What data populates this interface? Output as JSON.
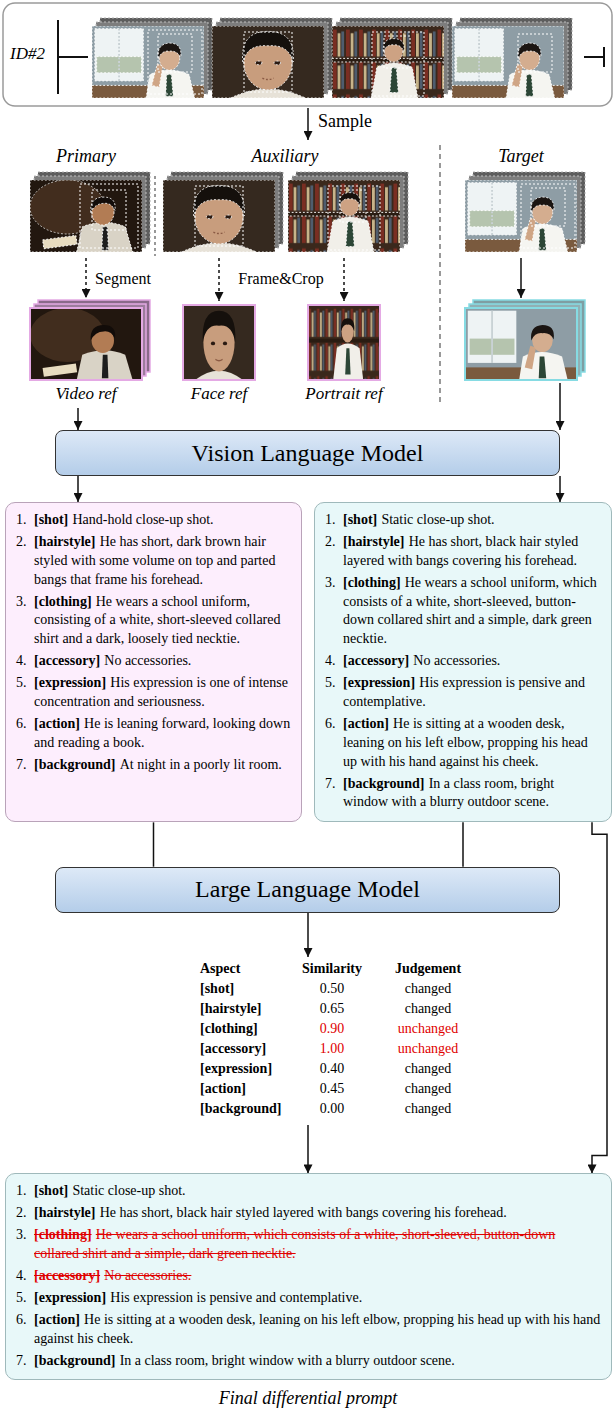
{
  "diagram": {
    "caption": "Final differential prompt",
    "nodes": [
      {
        "text": [
          "Vision Language Model"
        ]
      },
      {
        "text": [
          "1.",
          "[shot]",
          "Hand-hold close-up shot.",
          "2.",
          "[hairstyle]",
          "He has short, dark brown hair styled with some volume on top and parted bangs that frame his forehead.",
          "3.",
          "[clothing]",
          "He wears a school uniform, consisting of a white, short-sleeved collared shirt and a dark, loosely tied necktie.",
          "4.",
          "[accessory]",
          "No accessories.",
          "5.",
          "[expression]",
          "His expression is one of intense concentration and seriousness.",
          "6.",
          "[action]",
          "He is leaning forward, looking down and reading a book.",
          "7.",
          "[background]",
          "At night in a poorly lit room."
        ]
      },
      {
        "text": [
          "1.",
          "[shot]",
          "Static close-up shot.",
          "2.",
          "[hairstyle]",
          "He has short, black hair styled layered with bangs covering his forehead.",
          "3.",
          "[clothing]",
          "He wears a school uniform, which consists of a white, short-sleeved, button-down collared shirt and a simple, dark green necktie.",
          "4.",
          "[accessory]",
          "No accessories.",
          "5.",
          "[expression]",
          "His expression is pensive and contemplative.",
          "6.",
          "[action]",
          "He is sitting at a wooden desk, leaning on his left elbow, propping his head up with his hand against his cheek.",
          "7.",
          "[background]",
          "In a class room, bright window with a blurry outdoor scene."
        ]
      },
      {
        "text": [
          "Large Language Model"
        ]
      },
      {
        "text": [
          "1.",
          "[shot]",
          "Static close-up shot.",
          "2.",
          "[hairstyle]",
          "He has short, black hair styled layered with bangs covering his forehead.",
          "3.",
          "[clothing]",
          "He wears a school uniform, which consists of a white, short-sleeved, button-down collared shirt and a simple, dark green necktie.",
          "4.",
          "[accessory]",
          "No accessories.",
          "5.",
          "[expression]",
          "His expression is pensive and contemplative.",
          "6.",
          "[action]",
          "He is sitting at a wooden desk, leaning on his left elbow, propping his head up with his hand against his cheek.",
          "7.",
          "[background]",
          "In a class room, bright window with a blurry outdoor scene."
        ]
      }
    ],
    "edges": [
      {
        "from": 0,
        "to": 1,
        "arrow": "to"
      },
      {
        "from": 0,
        "to": 2,
        "arrow": "to"
      },
      {
        "from": 1,
        "to": 3,
        "arrow": "none"
      },
      {
        "from": 2,
        "to": 3,
        "arrow": "none"
      },
      {
        "from": 2,
        "to": 4,
        "arrow": "to"
      }
    ],
    "labels": [
      "ID#2",
      "Sample",
      "Primary",
      "Auxiliary",
      "Target",
      "Segment",
      "Frame&Crop",
      "Video ref",
      "Face ref",
      "Portrait ref",
      "Aspect",
      "Similarity",
      "Judgement",
      "[shot]",
      "0.50",
      "changed",
      "[hairstyle]",
      "0.65",
      "changed",
      "[clothing]",
      "0.90",
      "unchanged",
      "[accessory]",
      "1.00",
      "unchanged",
      "[expression]",
      "0.40",
      "changed",
      "[action]",
      "0.45",
      "changed",
      "[background]",
      "0.00",
      "changed"
    ]
  }
}
